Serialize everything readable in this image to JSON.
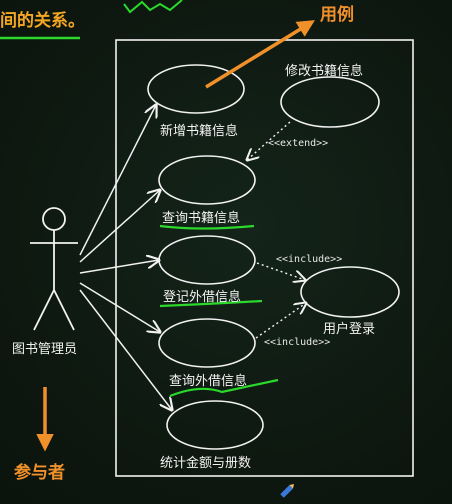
{
  "heading": {
    "partial_title": "间的关系。"
  },
  "annotations": {
    "use_case": "用例",
    "actor": "参与者"
  },
  "actor": {
    "name": "图书管理员"
  },
  "use_cases": {
    "add_book": "新增书籍信息",
    "modify_book": "修改书籍信息",
    "query_book": "查询书籍信息",
    "register_lend": "登记外借信息",
    "query_lend": "查询外借信息",
    "stats": "统计金额与册数",
    "login": "用户登录"
  },
  "stereotypes": {
    "extend": "<<extend>>",
    "include_1": "<<include>>",
    "include_2": "<<include>>"
  },
  "colors": {
    "annotation_orange": "#f0902a",
    "title_orange": "#f5a623",
    "ink": "#f2f2f2",
    "underline_green": "#2bd82b"
  }
}
